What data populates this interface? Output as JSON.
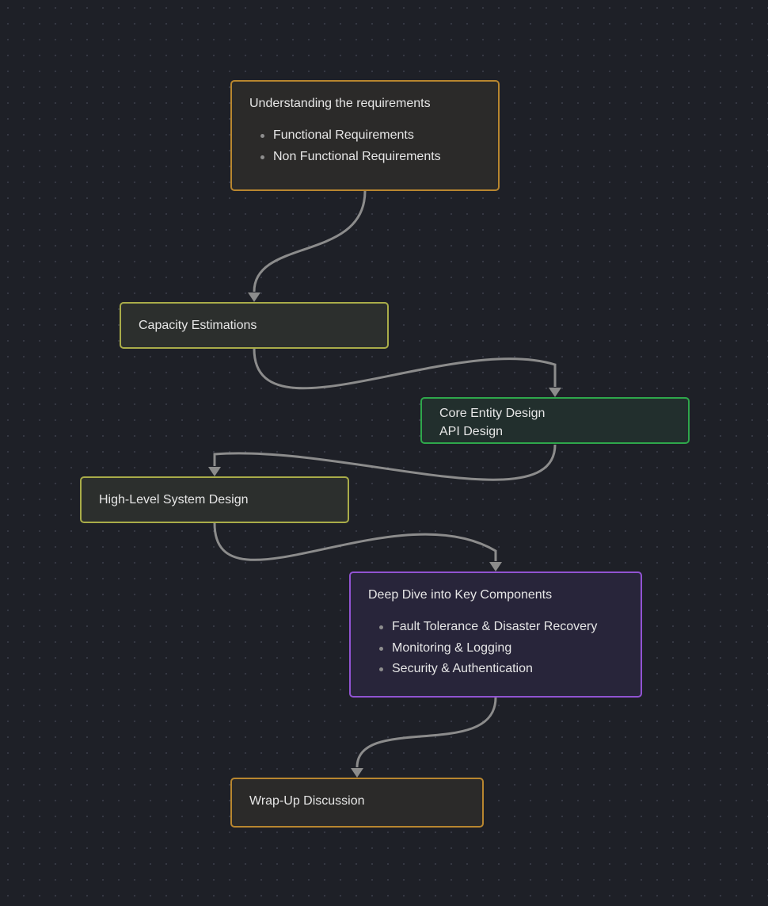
{
  "colors": {
    "background": "#1e2027",
    "edge": "#8c8c8c",
    "orange": "#b8862f",
    "olive": "#a9ac49",
    "green": "#2ea74b",
    "purple": "#9153d2"
  },
  "nodes": {
    "requirements": {
      "title": "Understanding the requirements",
      "items": [
        "Functional Requirements",
        "Non Functional Requirements"
      ]
    },
    "capacity": {
      "title": "Capacity Estimations"
    },
    "core": {
      "lines": [
        "Core Entity Design",
        "API Design"
      ]
    },
    "highlevel": {
      "title": "High-Level System Design"
    },
    "deepdive": {
      "title": "Deep Dive into Key Components",
      "items": [
        "Fault Tolerance & Disaster Recovery",
        "Monitoring & Logging",
        "Security & Authentication"
      ]
    },
    "wrapup": {
      "title": "Wrap-Up Discussion"
    }
  },
  "edges": [
    {
      "from": "requirements",
      "to": "capacity"
    },
    {
      "from": "capacity",
      "to": "core"
    },
    {
      "from": "core",
      "to": "highlevel"
    },
    {
      "from": "highlevel",
      "to": "deepdive"
    },
    {
      "from": "deepdive",
      "to": "wrapup"
    }
  ]
}
